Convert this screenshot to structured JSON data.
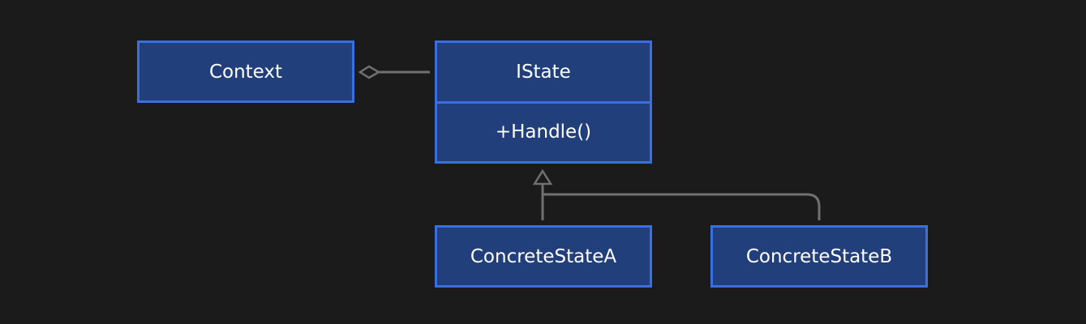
{
  "diagram": {
    "context": {
      "label": "Context"
    },
    "istate": {
      "name": "IState",
      "method": "+Handle()"
    },
    "concrete_a": {
      "label": "ConcreteStateA"
    },
    "concrete_b": {
      "label": "ConcreteStateB"
    }
  },
  "colors": {
    "background": "#1b1b1b",
    "box_fill": "#213f7a",
    "box_border": "#3a6fe0",
    "connector": "#707070",
    "text": "#ffffff"
  }
}
